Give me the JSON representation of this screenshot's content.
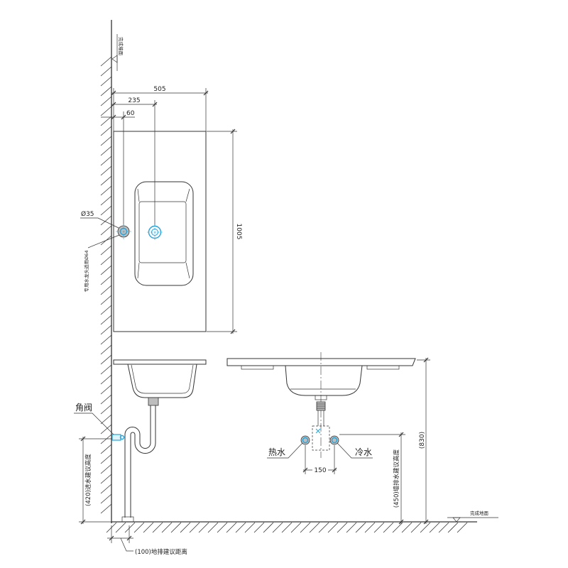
{
  "references": {
    "wall_surface": "完成墙面",
    "floor_surface": "完成地面"
  },
  "plan_view": {
    "dim_width": "505",
    "dim_drain_offset": "235",
    "dim_faucet_offset": "60",
    "dim_depth": "1005",
    "faucet_hole_dia": "Ø35",
    "faucet_note": "专用水龙头适用Ø64"
  },
  "side_view": {
    "angle_valve_label": "角阀",
    "inlet_height": "(420)进水建议高度",
    "floor_drain_distance": "(100)地排建议距离"
  },
  "front_view": {
    "hot_water_label": "热水",
    "cold_water_label": "冷水",
    "valve_spacing": "150",
    "total_height": "(830)",
    "wall_drain_height": "(450)墙排水建议高度"
  },
  "colors": {
    "line": "#333333",
    "fitting": "#26a4dc",
    "fitting_fill": "#bdbdbd",
    "background": "#ffffff"
  }
}
